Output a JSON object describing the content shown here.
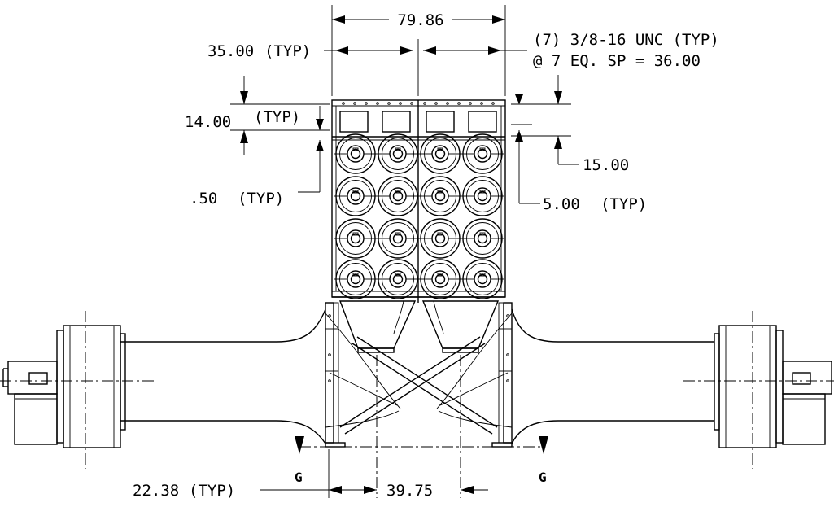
{
  "dimensions": {
    "overall_width": "79.86",
    "module_width": "35.00",
    "typ": "(TYP)",
    "hole_spec_line1": "(7) 3/8-16 UNC (TYP)",
    "hole_spec_line2": "@  7 EQ. SP = 36.00",
    "top_section_height": "14.00",
    "flange_offset": ".50",
    "right_flange_height": "15.00",
    "right_gap": "5.00",
    "leg_offset": "22.38",
    "hopper_spacing": "39.75"
  },
  "section_labels": {
    "left": "G",
    "right": "G"
  }
}
